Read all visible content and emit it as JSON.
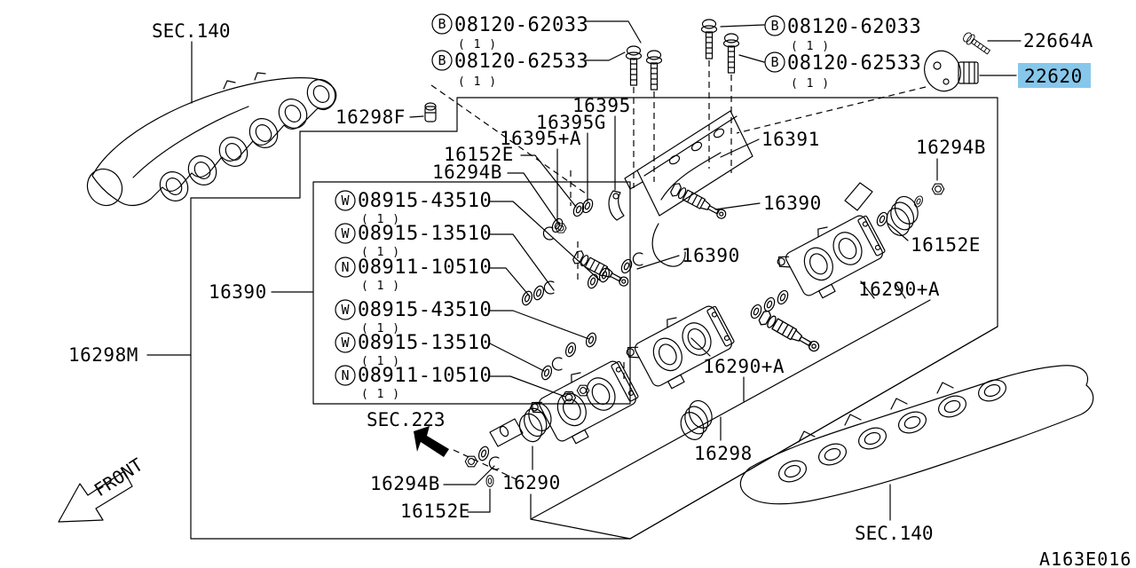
{
  "drawing_code": "A163E016",
  "colors": {
    "line": "#000000",
    "background": "#ffffff",
    "highlight_bg": "#86c7eb",
    "highlight_text": "#20418f"
  },
  "section_refs": {
    "top_left": "SEC.140",
    "bottom_right": "SEC.140",
    "middle": "SEC.223"
  },
  "orientation": {
    "front_label": "FRONT"
  },
  "highlighted_part": "22620",
  "callouts": {
    "c22664A": "22664A",
    "c22620": "22620",
    "c16298F": "16298F",
    "c16298M": "16298M",
    "c16298": "16298",
    "c16290": "16290",
    "c16290A_mid": "16290+A",
    "c16290A_right": "16290+A",
    "c16294B_top": "16294B",
    "c16294B_right": "16294B",
    "c16294B_bottom": "16294B",
    "c16152E_top": "16152E",
    "c16152E_right": "16152E",
    "c16152E_bottom": "16152E",
    "c16390_left": "16390",
    "c16390_rail1": "16390",
    "c16390_rail2": "16390",
    "c16391": "16391",
    "c16395": "16395",
    "c16395G": "16395G",
    "c16395A": "16395+A"
  },
  "bolts": {
    "left": [
      {
        "prefix": "B",
        "number": "08120-62033",
        "qty": "( 1 )"
      },
      {
        "prefix": "B",
        "number": "08120-62533",
        "qty": "( 1 )"
      }
    ],
    "right": [
      {
        "prefix": "B",
        "number": "08120-62033",
        "qty": "( 1 )"
      },
      {
        "prefix": "B",
        "number": "08120-62533",
        "qty": "( 1 )"
      }
    ]
  },
  "hardware_list": [
    {
      "prefix": "W",
      "number": "08915-43510",
      "qty": "( 1 )"
    },
    {
      "prefix": "W",
      "number": "08915-13510",
      "qty": "( 1 )"
    },
    {
      "prefix": "N",
      "number": "08911-10510",
      "qty": "( 1 )"
    },
    {
      "prefix": "W",
      "number": "08915-43510",
      "qty": "( 1 )"
    },
    {
      "prefix": "W",
      "number": "08915-13510",
      "qty": "( 1 )"
    },
    {
      "prefix": "N",
      "number": "08911-10510",
      "qty": "( 1 )"
    }
  ]
}
